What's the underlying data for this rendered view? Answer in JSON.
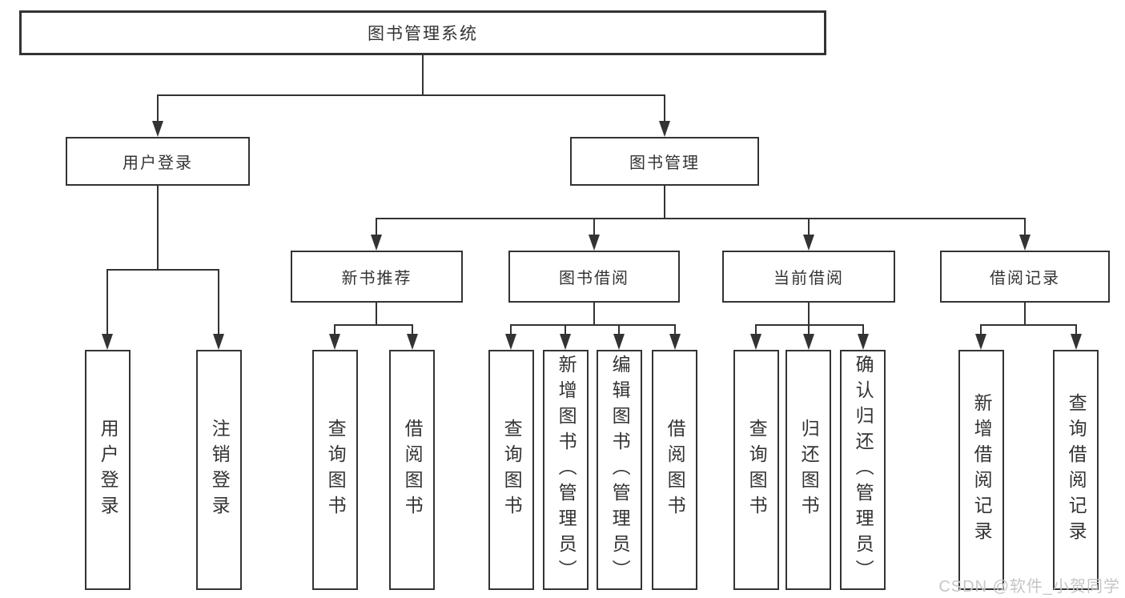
{
  "diagram": {
    "root": {
      "label": "图书管理系统"
    },
    "level2": {
      "user_login": {
        "label": "用户登录"
      },
      "book_management": {
        "label": "图书管理"
      }
    },
    "level3": {
      "new_book_recommend": {
        "label": "新书推荐"
      },
      "book_borrow": {
        "label": "图书借阅"
      },
      "current_borrow": {
        "label": "当前借阅"
      },
      "borrow_records": {
        "label": "借阅记录"
      }
    },
    "leaves": {
      "user_login": [
        "用户登录",
        "注销登录"
      ],
      "new_book_recommend": [
        "查询图书",
        "借阅图书"
      ],
      "book_borrow": [
        "查询图书",
        "新增图书（管理员）",
        "编辑图书（管理员）",
        "借阅图书"
      ],
      "current_borrow": [
        "查询图书",
        "归还图书",
        "确认归还（管理员）"
      ],
      "borrow_records": [
        "新增借阅记录",
        "查询借阅记录"
      ]
    }
  },
  "watermark": {
    "text": "CSDN @软件_小贺同学"
  },
  "colors": {
    "line": "#333333",
    "text": "#333333",
    "watermark": "#c6c6c6",
    "background": "#ffffff"
  }
}
